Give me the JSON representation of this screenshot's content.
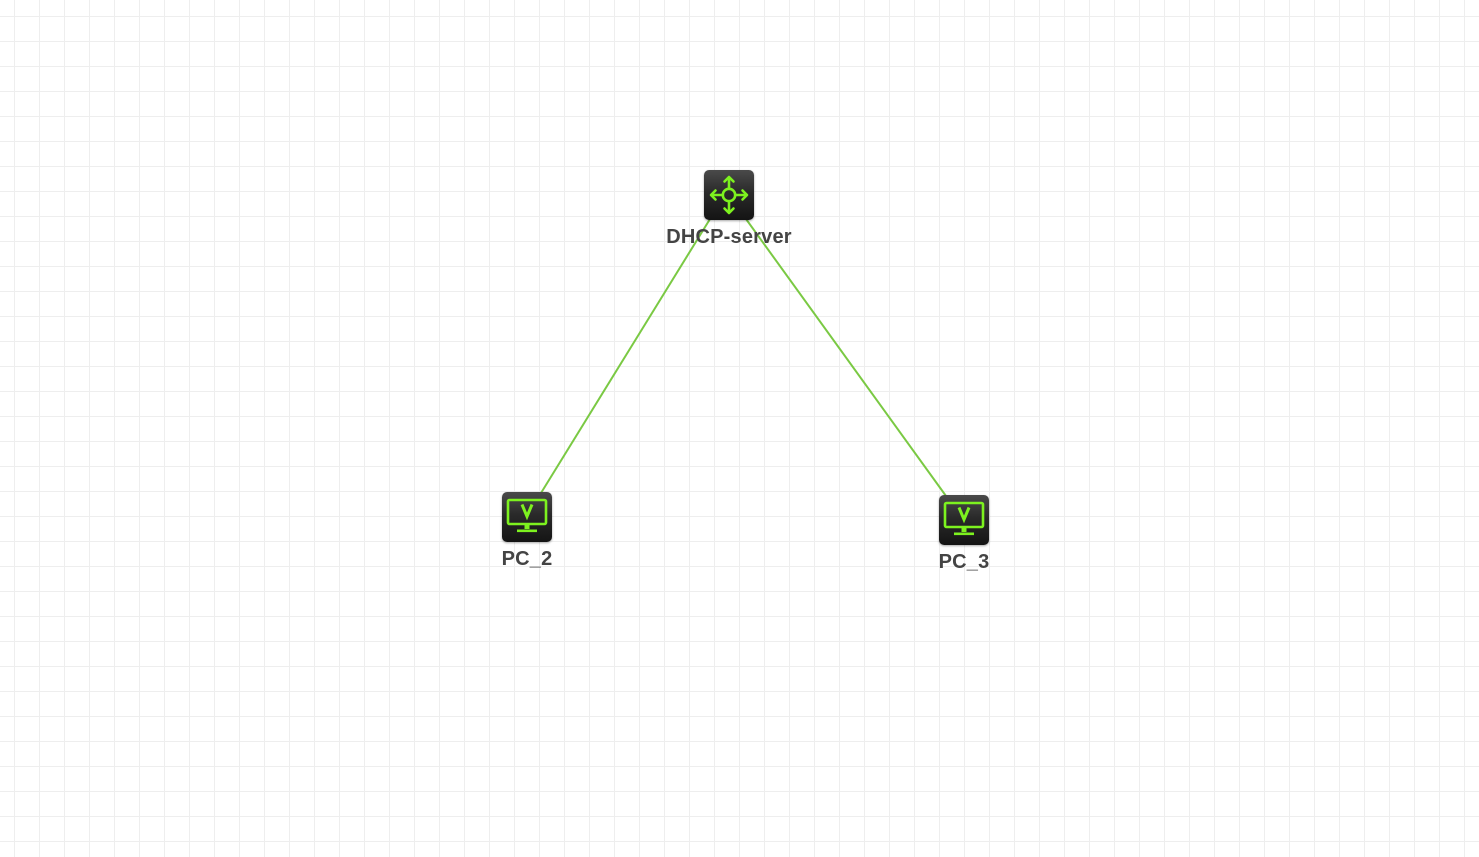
{
  "diagram": {
    "nodes": [
      {
        "id": "dhcp-server",
        "label": "DHCP-server",
        "icon": "router-icon"
      },
      {
        "id": "pc-2",
        "label": "PC_2",
        "icon": "monitor-icon"
      },
      {
        "id": "pc-3",
        "label": "PC_3",
        "icon": "monitor-icon"
      }
    ],
    "links": [
      {
        "from": "dhcp-server",
        "to": "pc-2"
      },
      {
        "from": "dhcp-server",
        "to": "pc-3"
      }
    ],
    "colors": {
      "link": "#7ac943",
      "icon_accent": "#7df21f",
      "icon_background": "#262626",
      "label": "#444444",
      "grid": "#eeeeee"
    }
  }
}
